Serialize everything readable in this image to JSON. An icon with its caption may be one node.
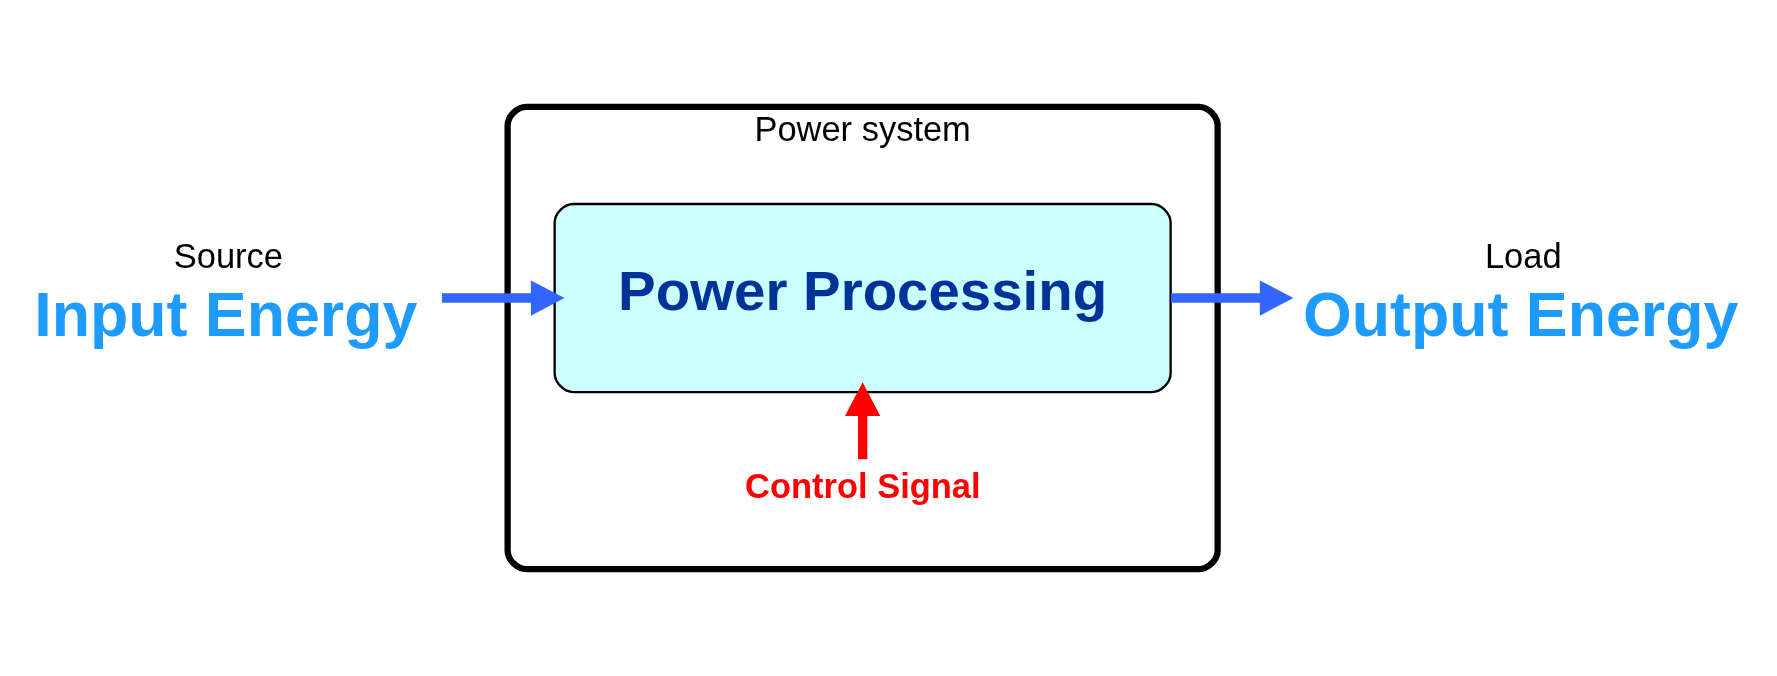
{
  "diagram": {
    "nodes": [
      {
        "text": [
          "Input Energy"
        ],
        "beside": [
          "Source"
        ]
      },
      {
        "text": [
          "Power system"
        ]
      },
      {
        "text": [
          "Control Signal"
        ],
        "in": 1
      },
      {
        "text": [
          "Power Processing"
        ],
        "in": 1
      },
      {
        "text": [
          "Output Energy"
        ],
        "beside": [
          "Load"
        ]
      }
    ],
    "edges": [
      {
        "from": 0,
        "to": 3,
        "arrow": "to"
      },
      {
        "from": 2,
        "to": 3,
        "arrow": "to",
        "color": "#ff0000"
      },
      {
        "from": 3,
        "to": 4,
        "arrow": "to"
      }
    ]
  }
}
